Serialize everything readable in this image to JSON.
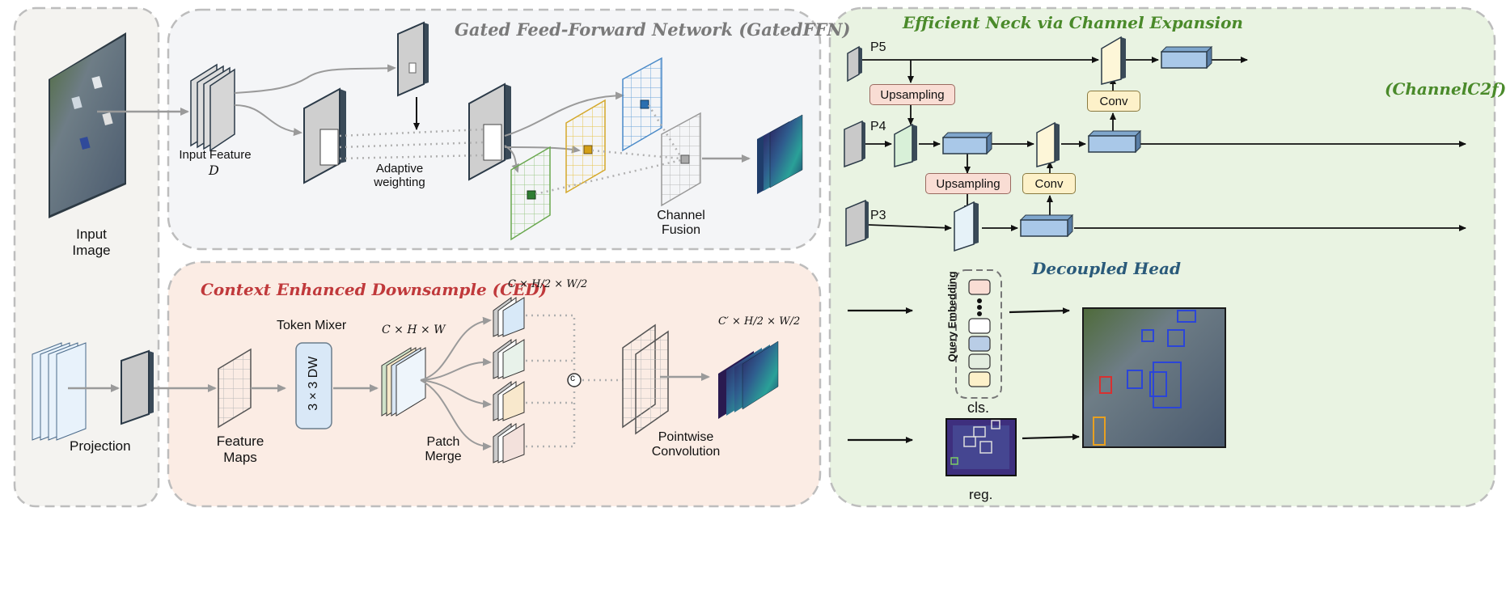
{
  "titles": {
    "gated_ffn": "Gated Feed-Forward Network (GatedFFN)",
    "ced": "Context Enhanced Downsample (CED)",
    "neck": "Efficient Neck via Channel Expansion",
    "channel_c2f": "(ChannelC2f)",
    "head": "Decoupled Head"
  },
  "left": {
    "input_image": "Input Image",
    "projection": "Projection"
  },
  "ffn": {
    "input_feature": "Input Feature",
    "input_feature_symbol": "D",
    "adaptive_weighting": "Adaptive weighting",
    "channel_fusion": "Channel Fusion"
  },
  "ced": {
    "token_mixer": "Token Mixer",
    "dw_conv": "3 × 3 DW",
    "feature_maps": "Feature Maps",
    "chw": "C × H × W",
    "patch_merge": "Patch Merge",
    "half_dims": "C × H/2 × W/2",
    "concat_symbol": "c",
    "out_dims": "C′ × H/2 × W/2",
    "pointwise_conv": "Pointwise Convolution"
  },
  "neck": {
    "p5": "P5",
    "p4": "P4",
    "p3": "P3",
    "upsampling_1": "Upsampling",
    "upsampling_2": "Upsampling",
    "conv_1": "Conv",
    "conv_2": "Conv"
  },
  "head": {
    "query_embedding": "Query Embedding",
    "cls": "cls.",
    "reg": "reg."
  },
  "colors": {
    "ffn_bg": "#f4f5f7",
    "ced_bg": "#fbece4",
    "neck_bg": "#e9f3e2",
    "left_bg": "#f4f3f0",
    "ffn_title": "#7a7a7a",
    "ced_title": "#c0393b",
    "neck_title": "#4a8a2a",
    "head_title": "#2a5a7a",
    "upsample_box": "#f9ddd4",
    "conv_box": "#fdf1c9",
    "blue_block": "#a9c8e8",
    "dw_box": "#d9e8f7"
  }
}
